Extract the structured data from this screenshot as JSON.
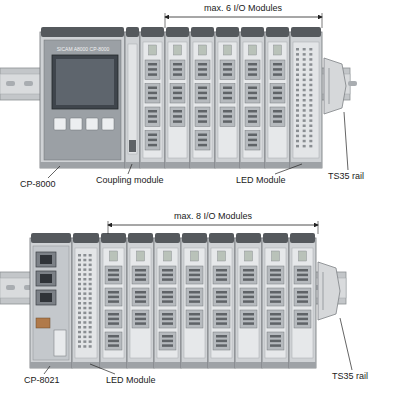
{
  "diagram": {
    "labels": [
      "max. 6 I/O Modules",
      "SICAM A8000 CP-8000",
      "CP-8000",
      "Coupling module",
      "LED Module",
      "TS35 rail",
      "max. 8 I/O Modules",
      "CP-8021",
      "LED Module",
      "TS35 rail"
    ]
  }
}
